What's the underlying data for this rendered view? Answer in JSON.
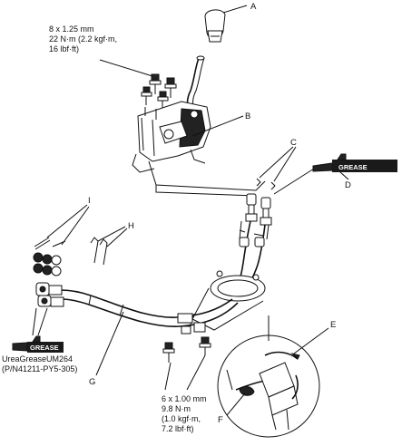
{
  "callouts": {
    "a": "A",
    "b": "B",
    "c": "C",
    "d": "D",
    "e": "E",
    "f": "F",
    "g": "G",
    "h": "H",
    "i": "I"
  },
  "torque_top": {
    "line1": "8 x 1.25 mm",
    "line2": "22 N·m (2.2 kgf·m,",
    "line3": "16 lbf·ft)"
  },
  "torque_bottom": {
    "line1": "6 x 1.00 mm",
    "line2": "9.8 N·m",
    "line3": "(1.0 kgf·m,",
    "line4": "7.2 lbf·ft)"
  },
  "grease_right": "GREASE",
  "grease_left": "GREASE",
  "grease_spec": {
    "line1": "UreaGreaseUM264",
    "line2": "(P/N41211-PY5-305)"
  }
}
